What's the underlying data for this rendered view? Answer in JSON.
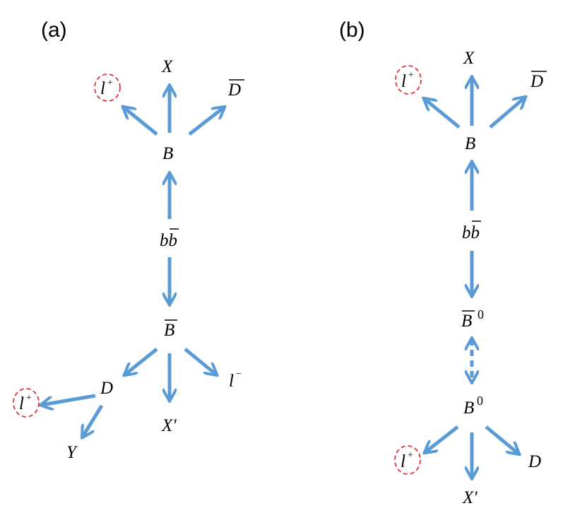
{
  "panels": {
    "a": {
      "label": "(a)",
      "nodes": {
        "X": "X",
        "D_bar": "D",
        "l_plus": "l",
        "l_plus_sup": "+",
        "B": "B",
        "bb": "bb",
        "B_bar": "B",
        "D": "D",
        "l_plus2": "l",
        "l_plus2_sup": "+",
        "Y": "Y",
        "X_prime": "X'",
        "l_minus": "l",
        "l_minus_sup": "−"
      }
    },
    "b": {
      "label": "(b)",
      "nodes": {
        "X": "X",
        "D_bar": "D",
        "l_plus": "l",
        "l_plus_sup": "+",
        "B": "B",
        "bb": "bb",
        "B0_bar": "B",
        "B0_bar_sup": "0",
        "B0": "B",
        "B0_sup": "0",
        "l_plus2": "l",
        "l_plus2_sup": "+",
        "X_prime": "X'",
        "D": "D"
      }
    }
  },
  "colors": {
    "arrow": "#5b9bd5",
    "circle": "#e0303a"
  }
}
